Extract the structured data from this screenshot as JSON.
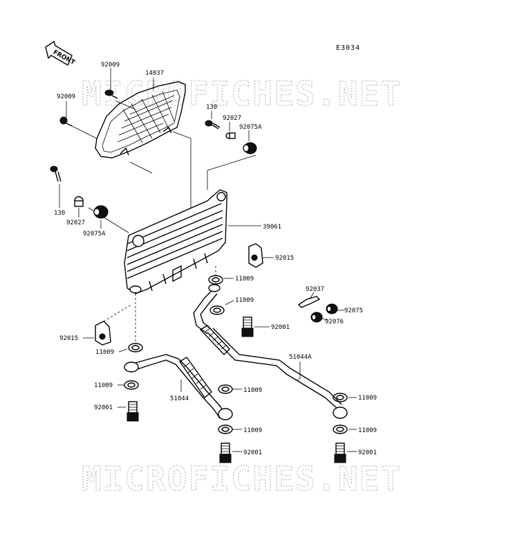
{
  "diagram_code": "E3034",
  "front_label": "FRONT",
  "watermark": "MICROFICHES.NET",
  "labels": {
    "screw_92009_top": "92009",
    "screw_92009_left": "92009",
    "guard_14037": "14037",
    "bolt_130_right": "130",
    "collar_92027_right": "92027",
    "damper_92075A_right": "92075A",
    "bolt_130_left": "130",
    "collar_92027_left": "92027",
    "damper_92075A_left": "92075A",
    "cooler_39061": "39061",
    "bracket_92015_right": "92015",
    "gasket_11009_a": "11009",
    "clip_92037": "92037",
    "gasket_11009_b": "11009",
    "nut_92075_a": "92075",
    "nut_92076": "92076",
    "bolt_92001_a": "92001",
    "bracket_92015_left": "92015",
    "gasket_11009_c": "11009",
    "hose_51044A": "51044A",
    "gasket_11009_d": "11009",
    "gasket_11009_e": "11009",
    "hose_51044": "51044",
    "gasket_11009_f": "11009",
    "bolt_92001_b": "92001",
    "gasket_11009_g": "11009",
    "gasket_11009_h": "11009",
    "bolt_92001_c": "92001",
    "bolt_92001_d": "92001"
  }
}
